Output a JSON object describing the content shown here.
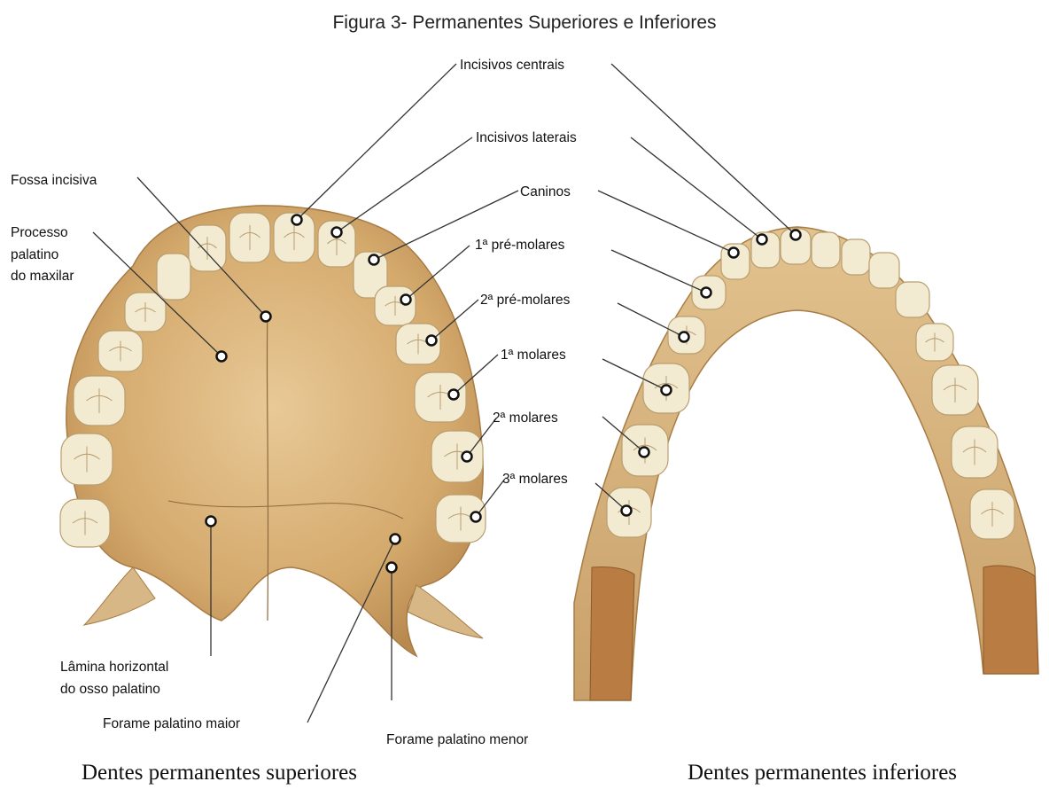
{
  "title": "Figura 3- Permanentes Superiores e Inferiores",
  "captions": {
    "upper": "Dentes permanentes superiores",
    "lower": "Dentes permanentes inferiores"
  },
  "labels": {
    "incisivos_centrais": "Incisivos centrais",
    "incisivos_laterais": "Incisivos laterais",
    "caninos": "Caninos",
    "pre_molares_1": "1ª pré-molares",
    "pre_molares_2": "2ª pré-molares",
    "molares_1": "1ª molares",
    "molares_2": "2ª molares",
    "molares_3": "3ª molares",
    "fossa_incisiva": "Fossa incisiva",
    "processo_palatino": [
      "Processo",
      "palatino",
      "do maxilar"
    ],
    "lamina_horizontal": [
      "Lâmina horizontal",
      "do osso palatino"
    ],
    "forame_maior": "Forame palatino maior",
    "forame_menor": "Forame palatino menor"
  },
  "colors": {
    "bone": "#d9b27a",
    "bone_dark": "#b88a4f",
    "tooth": "#f3ead2",
    "tooth_edge": "#b99e6e",
    "leader": "#333333"
  }
}
